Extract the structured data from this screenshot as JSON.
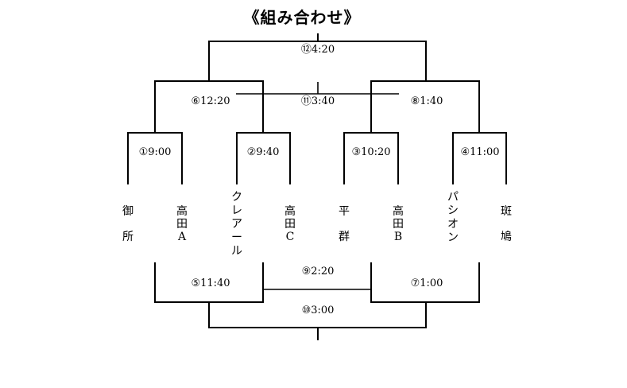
{
  "title": "《組み合わせ》",
  "teams": [
    "御所",
    "高田A",
    "クレアール",
    "高田C",
    "平群",
    "高田B",
    "パシオン",
    "斑鳩"
  ],
  "upper": {
    "m1": "①9:00",
    "m2": "②9:40",
    "m3": "③10:20",
    "m4": "④11:00",
    "m6": "⑥12:20",
    "m8": "⑧1:40",
    "m11": "⑪3:40",
    "m12": "⑫4:20"
  },
  "lower": {
    "m5": "⑤11:40",
    "m7": "⑦1:00",
    "m9": "⑨2:20",
    "m10": "⑩3:00"
  }
}
